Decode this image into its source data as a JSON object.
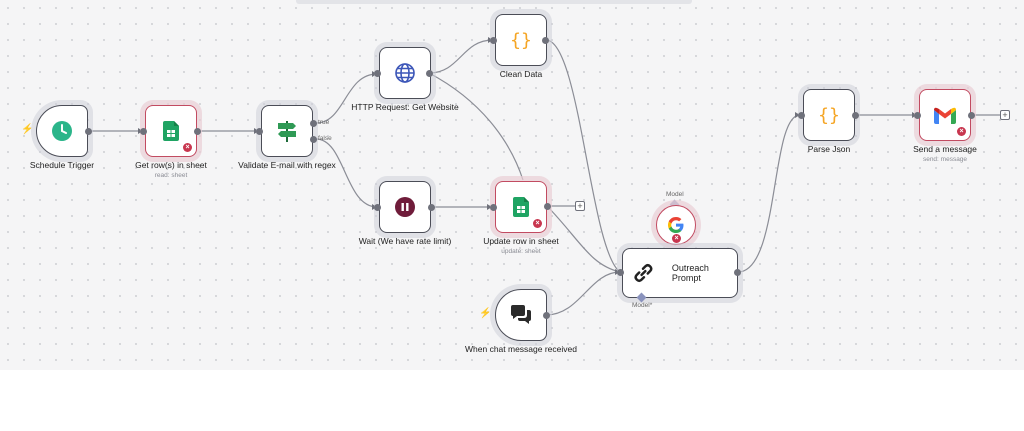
{
  "nodes": {
    "schedule_trigger": {
      "label": "Schedule Trigger",
      "icon": "clock-icon"
    },
    "get_rows": {
      "label": "Get row(s) in sheet",
      "sub": "read: sheet",
      "icon": "google-sheets-icon"
    },
    "validate_email": {
      "label": "Validate E-mail with regex",
      "icon": "signpost-icon"
    },
    "http_request": {
      "label": "HTTP Request: Get Website",
      "icon": "globe-icon"
    },
    "clean_data": {
      "label": "Clean Data",
      "icon": "braces-icon"
    },
    "wait": {
      "label": "Wait (We have rate limit)",
      "icon": "pause-icon"
    },
    "update_row": {
      "label": "Update row in sheet",
      "sub": "update: sheet",
      "icon": "google-sheets-icon"
    },
    "google_model": {
      "label": "Model",
      "icon": "google-icon"
    },
    "outreach_prompt": {
      "label": "Outreach Prompt",
      "icon": "link-icon",
      "port_label": "Model*"
    },
    "chat_trigger": {
      "label": "When chat message received",
      "icon": "chat-icon"
    },
    "parse_json": {
      "label": "Parse Json",
      "icon": "braces-icon"
    },
    "send_message": {
      "label": "Send a message",
      "sub": "send: message",
      "icon": "gmail-icon"
    }
  },
  "edge_labels": {
    "true": "true",
    "false": "false"
  },
  "colors": {
    "accent_error": "#c8364f",
    "border": "#4b4d57",
    "sheets_green": "#1fa463",
    "clock_green": "#2bb58a",
    "globe_blue": "#3c56b8",
    "wait_maroon": "#6f1c3a",
    "braces_orange": "#f5a524"
  }
}
